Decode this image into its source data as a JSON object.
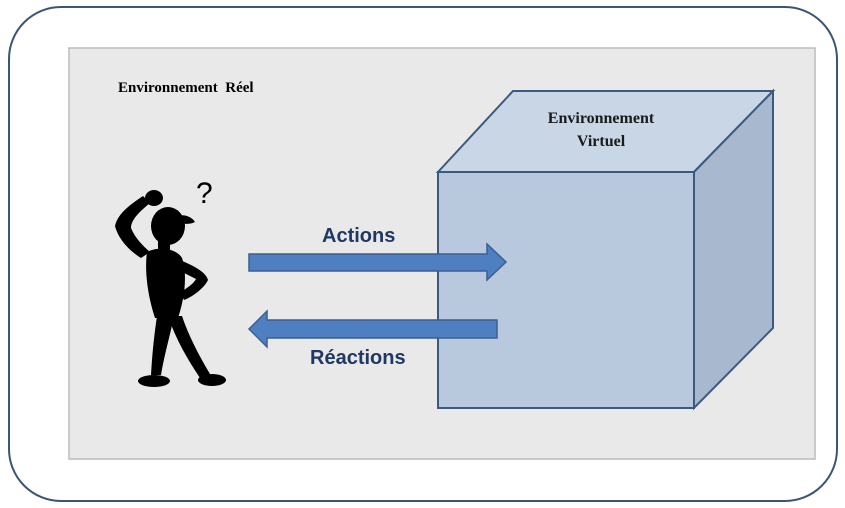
{
  "real_environment": {
    "label": "Environnement  Réel"
  },
  "virtual_environment": {
    "label_line1": "Environnement",
    "label_line2": "Virtuel"
  },
  "arrows": {
    "actions_label": "Actions",
    "reactions_label": "Réactions"
  },
  "person": {
    "question_mark": "?"
  },
  "icons": {
    "person": "confused-person-icon",
    "cube": "cube-shape"
  },
  "colors": {
    "outer_border": "#3d5574",
    "inner_panel": "#e9e9e9",
    "inner_border": "#bcbcbc",
    "cube_front": "#b9c9dd",
    "cube_top": "#c9d6e6",
    "cube_side": "#a7b8cf",
    "cube_stroke": "#3b5a80",
    "arrow_fill": "#4e7fc1",
    "arrow_stroke": "#3a5f93",
    "arrow_text": "#1f3864"
  }
}
